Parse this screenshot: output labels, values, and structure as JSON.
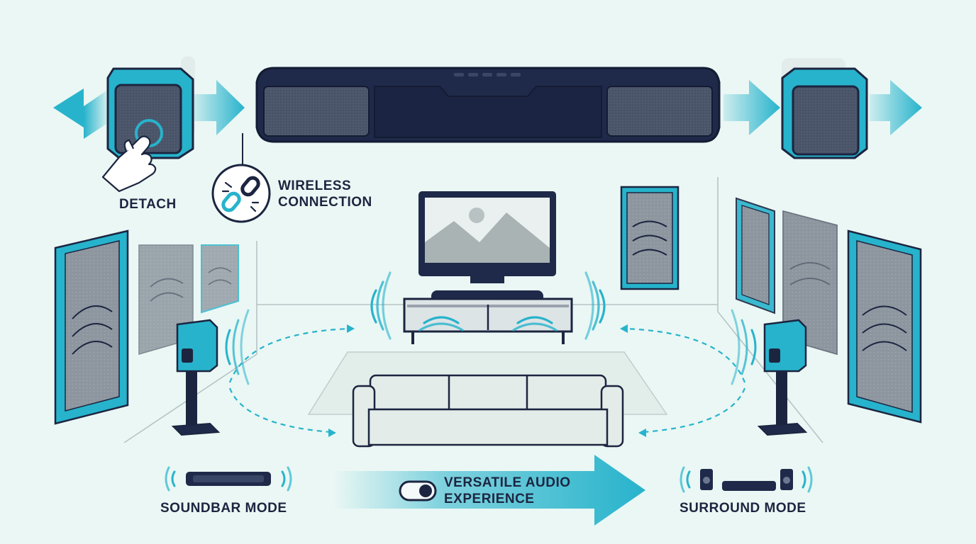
{
  "labels": {
    "detach": "DETACH",
    "wireless_line1": "WIRELESS",
    "wireless_line2": "CONNECTION",
    "soundbar_mode": "SOUNDBAR MODE",
    "surround_mode": "SURROUND MODE",
    "versatile_line1": "VERSATILE AUDIO",
    "versatile_line2": "EXPERIENCE"
  },
  "icons": {
    "detach": "hand-tap-icon",
    "wireless": "broken-link-icon",
    "toggle": "toggle-switch-icon",
    "sound": "sound-wave-icon"
  },
  "colors": {
    "background": "#eaf7f4",
    "accent": "#27b3cc",
    "dark": "#1c2540",
    "panel_gray": "#8a939e",
    "couch": "#e3ece8"
  }
}
